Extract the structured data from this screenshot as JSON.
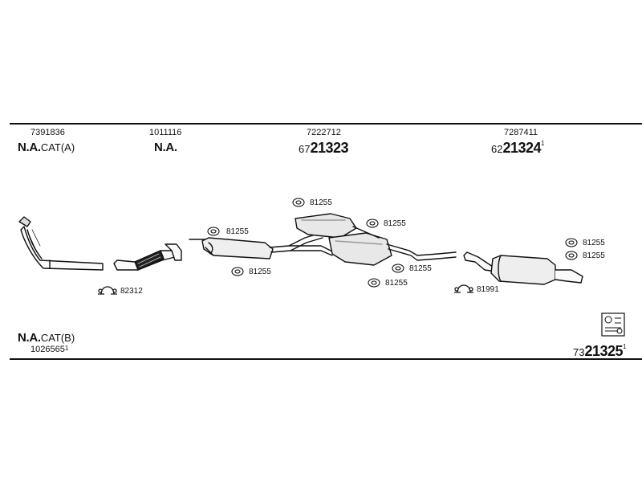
{
  "top_row": [
    {
      "id": "7391836",
      "label": "N.A.",
      "label_suffix": "CAT(A)"
    },
    {
      "id": "1011116",
      "label": "N.A."
    },
    {
      "id": "7222712",
      "prefix": "67",
      "main": "21323"
    },
    {
      "id": "7287411",
      "prefix": "62",
      "main": "21324",
      "sup": "1"
    }
  ],
  "bottom_left": {
    "label": "N.A.",
    "label_suffix": "CAT(B)",
    "id": "1026565",
    "sup": "1"
  },
  "bottom_right": {
    "prefix": "73",
    "main": "21325",
    "sup": "1"
  },
  "parts": {
    "gasket_a": "81255",
    "gasket_b": "81255",
    "gasket_c": "81255",
    "gasket_d": "81255",
    "gasket_e": "81255",
    "gasket_f": "81255",
    "gasket_g": "81255",
    "gasket_h": "81255",
    "clamp_left": "82312",
    "clamp_right": "81991"
  }
}
